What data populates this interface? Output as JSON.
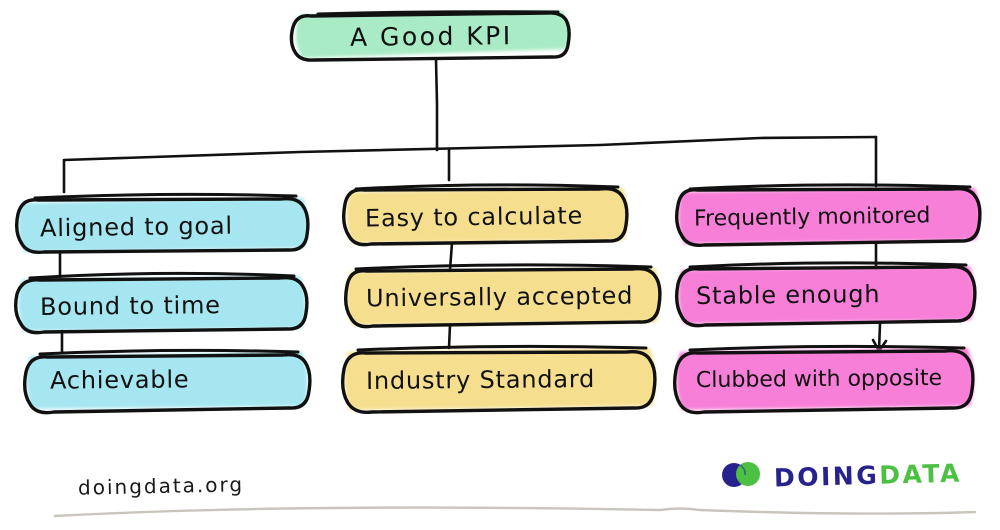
{
  "diagram": {
    "title": "A Good KPI",
    "root": {
      "label": "A Good KPI",
      "color": "#a8ebc4",
      "name": "root-node-a-good-kpi"
    },
    "columns": [
      {
        "name": "column-aligned",
        "color": "#a5e6f0",
        "nodes": [
          {
            "label": "Aligned to goal",
            "name": "node-aligned-to-goal"
          },
          {
            "label": "Bound to time",
            "name": "node-bound-to-time"
          },
          {
            "label": "Achievable",
            "name": "node-achievable"
          }
        ]
      },
      {
        "name": "column-easy",
        "color": "#f5df8e",
        "nodes": [
          {
            "label": "Easy to calculate",
            "name": "node-easy-to-calculate"
          },
          {
            "label": "Universally accepted",
            "name": "node-universally-accepted"
          },
          {
            "label": "Industry  Standard",
            "name": "node-industry-standard"
          }
        ]
      },
      {
        "name": "column-frequently",
        "color": "#f77fd8",
        "nodes": [
          {
            "label": "Frequently monitored",
            "name": "node-frequently-monitored"
          },
          {
            "label": "Stable enough",
            "name": "node-stable-enough"
          },
          {
            "label": "Clubbed with opposite",
            "name": "node-clubbed-with-opposite"
          }
        ]
      }
    ]
  },
  "footer": {
    "url": "doingdata.org",
    "brand_primary": "DOING",
    "brand_secondary": "DATA",
    "brand_primary_color": "#27228c",
    "brand_secondary_color": "#4cc042"
  },
  "colors": {
    "ink": "#111111",
    "background": "#ffffff",
    "divider": "#c9c5bd"
  }
}
